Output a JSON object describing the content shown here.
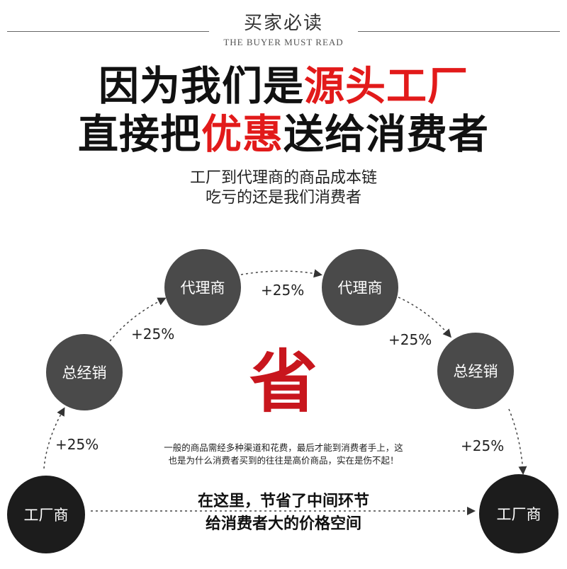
{
  "header": {
    "title": "买家必读",
    "subtitle": "THE BUYER MUST READ"
  },
  "headline": {
    "line1_black": "因为我们是",
    "line1_red": "源头工厂",
    "line2_black1": "直接把",
    "line2_red": "优惠",
    "line2_black2": "送给消费者"
  },
  "subtext": {
    "line1": "工厂到代理商的商品成本链",
    "line2": "吃亏的还是我们消费者"
  },
  "nodes": {
    "factory_left": "工厂商",
    "distributor_left": "总经销",
    "agent_left": "代理商",
    "agent_right": "代理商",
    "distributor_right": "总经销",
    "factory_right": "工厂商"
  },
  "markups": [
    "+25%",
    "+25%",
    "+25%",
    "+25%",
    "+25%"
  ],
  "center_char": "省",
  "note": {
    "line1": "一般的商品需经多种渠道和花费，最后才能到消费者手上，这",
    "line2": "也是为什么消费者买到的往往是高价商品，实在是伤不起！"
  },
  "bottom": {
    "line1": "在这里，节省了中间环节",
    "line2": "给消费者大的价格空间"
  },
  "colors": {
    "accent_red": "#e21a1a",
    "node_gray": "#4a4a4a",
    "node_dark": "#1c1c1c"
  }
}
